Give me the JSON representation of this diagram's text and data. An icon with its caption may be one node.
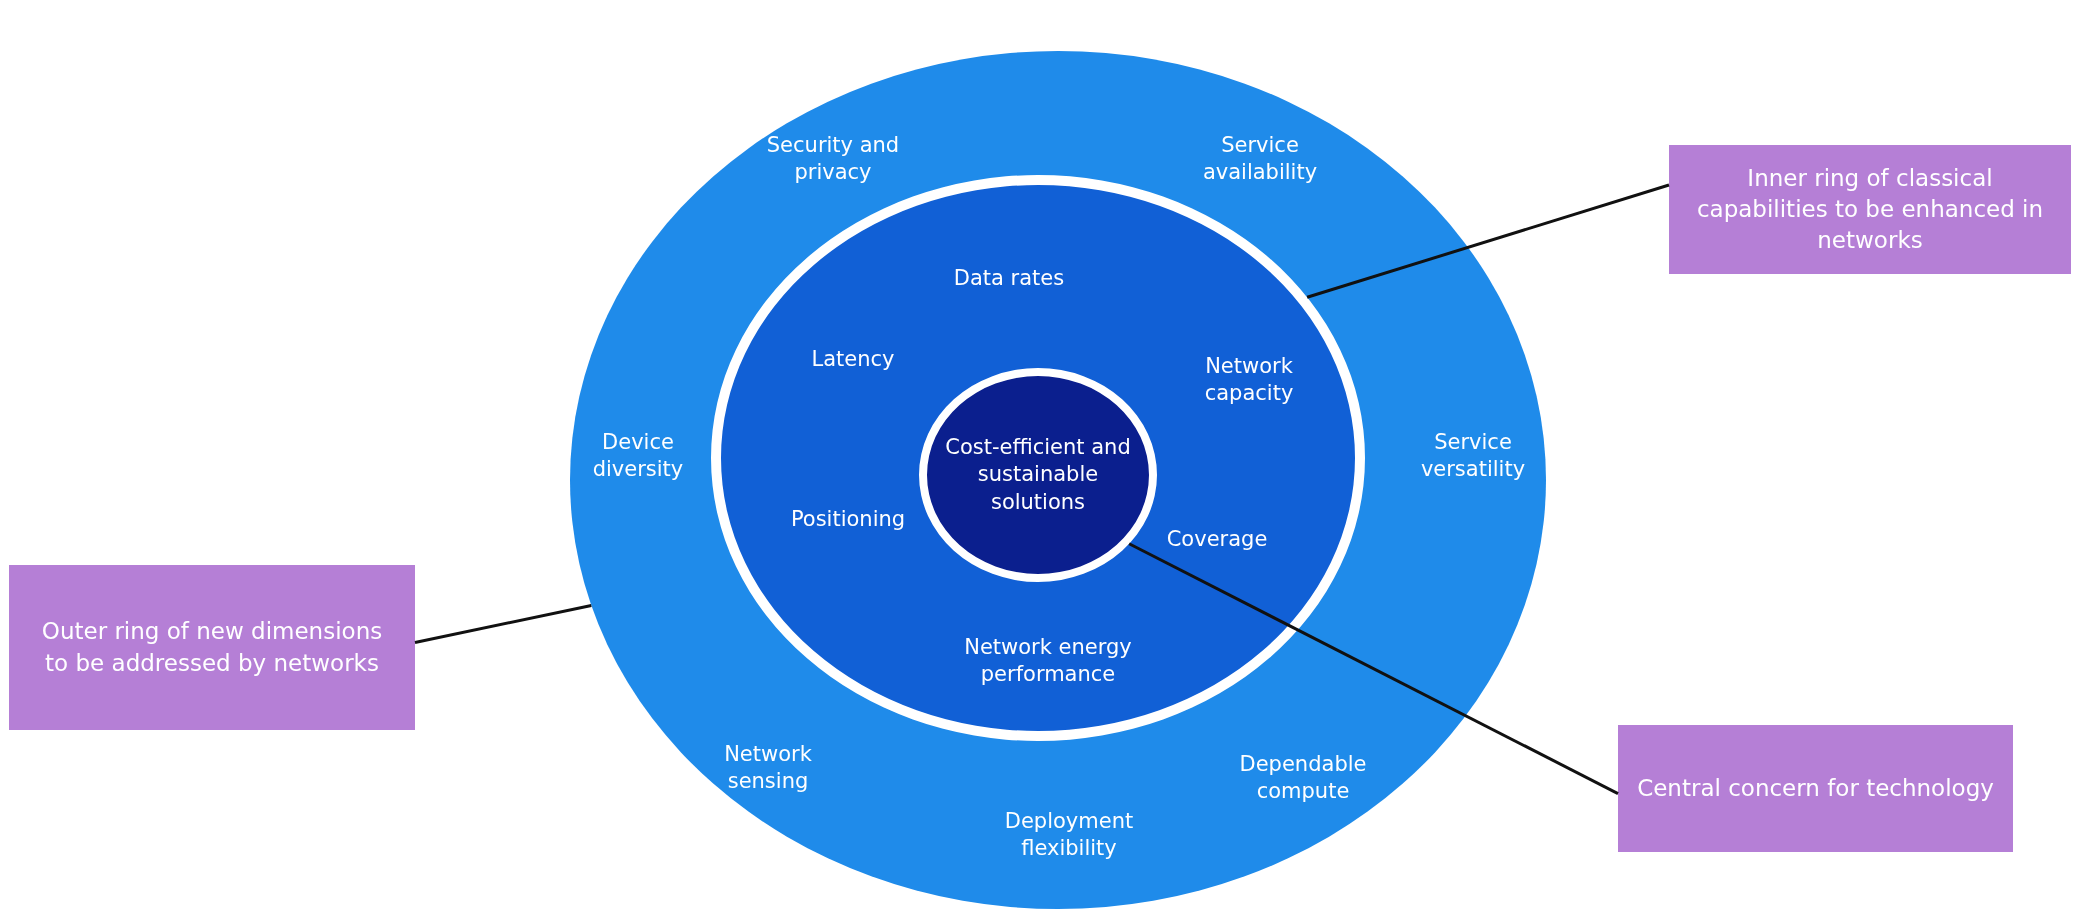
{
  "diagram": {
    "nodes": [
      {
        "text": [
          "Security and privacy",
          "Service availability",
          "Device diversity",
          "Service versatility",
          "Network sensing",
          "Dependable compute",
          "Deployment flexibility"
        ]
      },
      {
        "text": [
          "Data rates",
          "Latency",
          "Network capacity",
          "Positioning",
          "Coverage",
          "Network energy performance"
        ],
        "in": 0
      },
      {
        "text": [
          "Cost-efficient and sustainable solutions"
        ],
        "in": 1
      },
      {
        "text": [
          "Inner ring of classical capabilities to be enhanced in networks"
        ]
      },
      {
        "text": [
          "Outer ring of new dimensions to be addressed by networks"
        ]
      },
      {
        "text": [
          "Central concern for technology"
        ]
      }
    ],
    "edges": [
      {
        "from": 3,
        "to": 1,
        "arrow": "none"
      },
      {
        "from": 4,
        "to": 0,
        "arrow": "none"
      },
      {
        "from": 5,
        "to": 2,
        "arrow": "none"
      }
    ]
  }
}
